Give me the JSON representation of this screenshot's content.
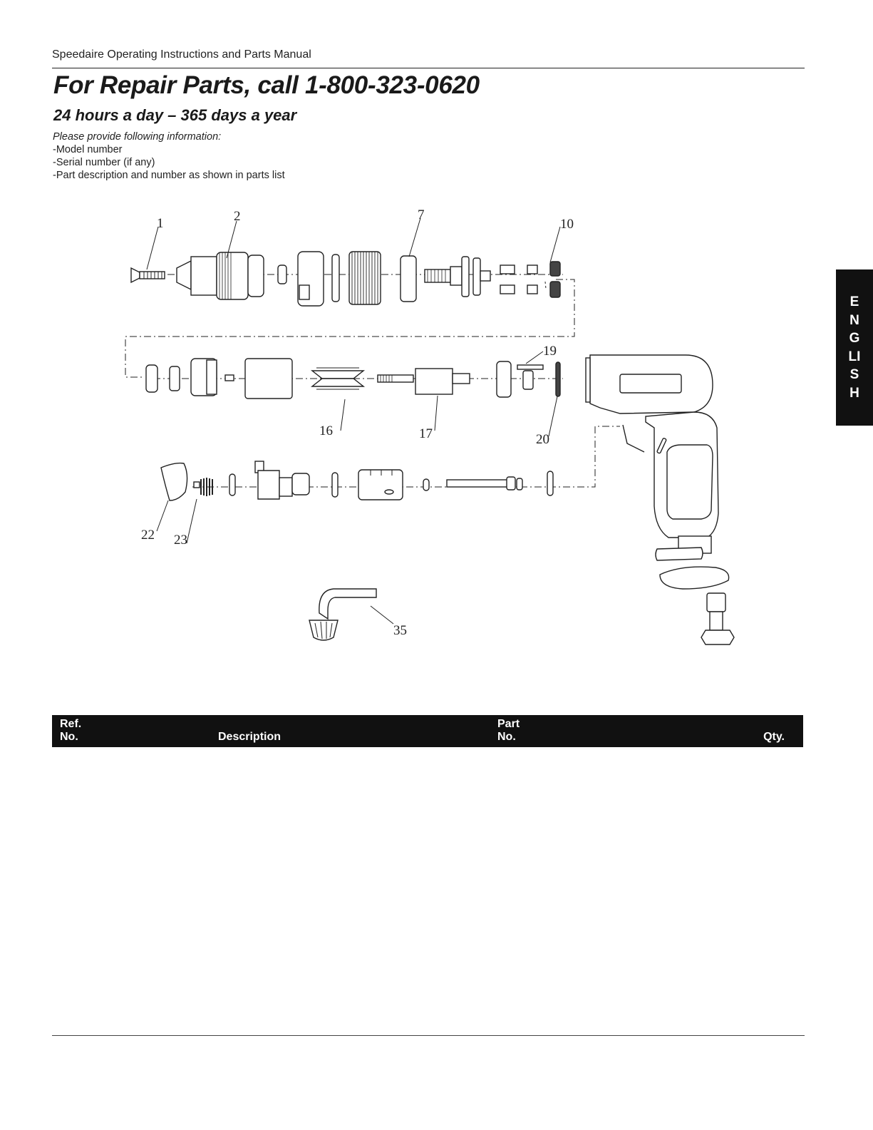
{
  "header": {
    "running_head": "Speedaire Operating Instructions and Parts Manual",
    "phone_title": "For Repair Parts, call 1-800-323-0620",
    "hours": "24 hours a day – 365 days a year"
  },
  "info": {
    "lead": "Please provide following information:",
    "items": [
      "-Model number",
      "-Serial number (if any)",
      "-Part description and number as shown in parts list"
    ]
  },
  "language_tab": "ENGLISH",
  "diagram": {
    "callouts": [
      "1",
      "2",
      "7",
      "10",
      "19",
      "16",
      "17",
      "20",
      "22",
      "23",
      "35"
    ]
  },
  "parts_table": {
    "ref_no": "Ref. No.",
    "description": "Description",
    "part_no": "Part No.",
    "qty": "Qty."
  }
}
